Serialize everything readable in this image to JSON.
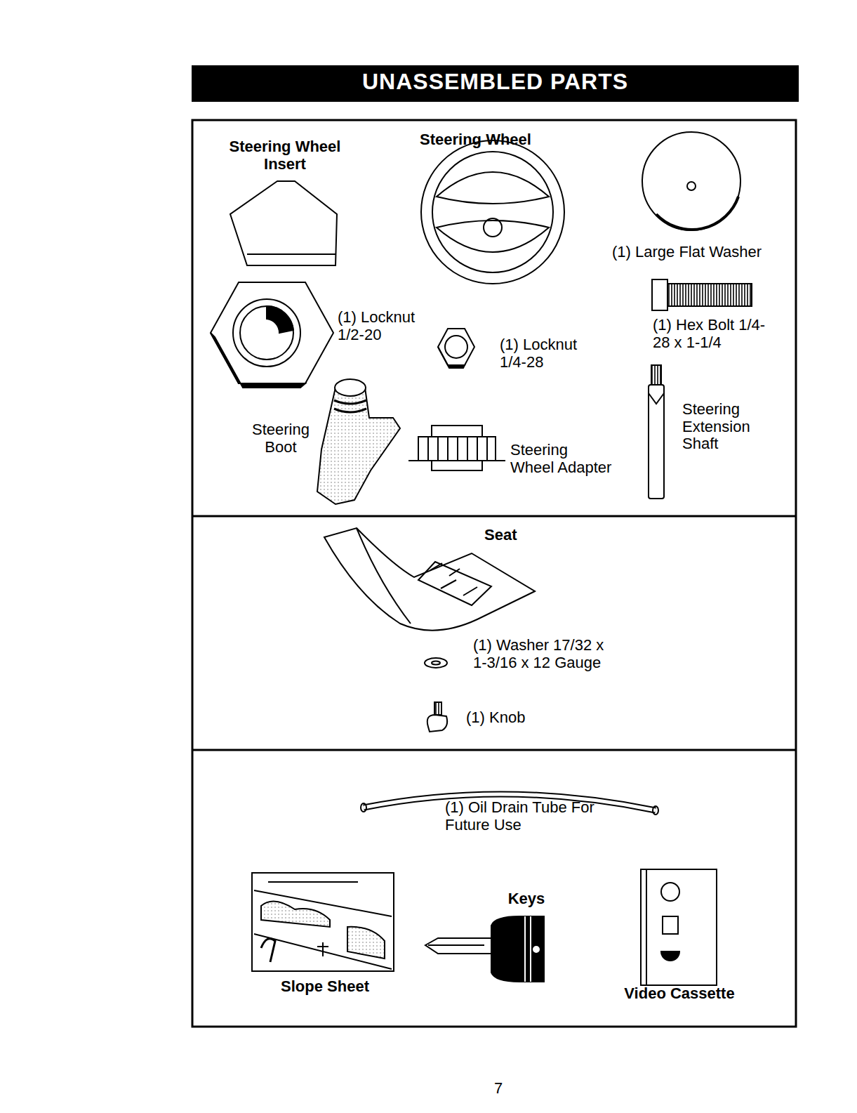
{
  "diagram": {
    "title": "UNASSEMBLED PARTS",
    "labels": [
      "Steering Wheel Insert",
      "Steering Wheel",
      "(1) Large Flat Washer",
      "(1) Locknut 1/2-20",
      "(1) Locknut 1/4-28",
      "(1) Hex Bolt 1/4-28 x 1-1/4",
      "Steering Extension Shaft",
      "Steering Boot",
      "Steering Wheel Adapter",
      "Seat",
      "(1) Washer 17/32 x 1-3/16 x 12 Gauge",
      "(1) Knob",
      "(1) Oil Drain Tube For Future Use",
      "Slope Sheet",
      "Keys",
      "Video Cassette",
      "7"
    ]
  }
}
